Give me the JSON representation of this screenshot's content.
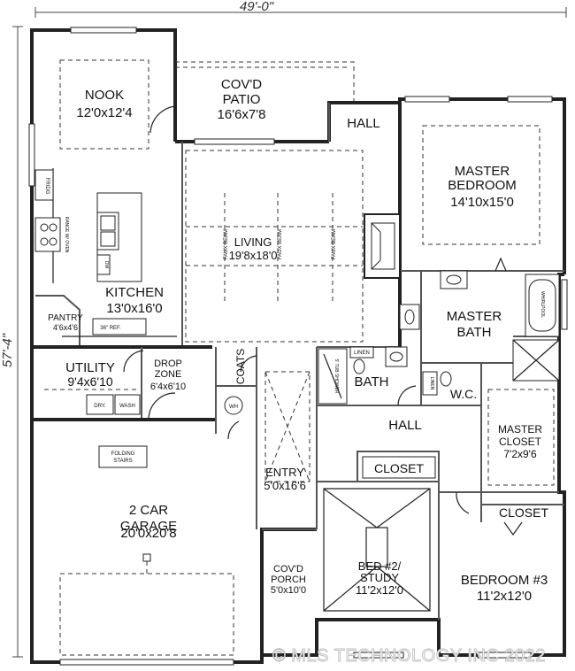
{
  "dimensions": {
    "width": "49'-0\"",
    "depth": "57'-4\""
  },
  "rooms": {
    "nook": {
      "name": "NOOK",
      "size": "12'0x12'4"
    },
    "patio": {
      "name_1": "COV'D",
      "name_2": "PATIO",
      "size": "16'6x7'8"
    },
    "hall_top": {
      "name": "HALL"
    },
    "master_bedroom": {
      "name_1": "MASTER",
      "name_2": "BEDROOM",
      "size": "14'10x15'0"
    },
    "living": {
      "name": "LIVING",
      "size": "19'8x18'0"
    },
    "kitchen": {
      "name": "KITCHEN",
      "size": "13'0x16'0"
    },
    "pantry": {
      "name": "PANTRY",
      "size": "4'6x4'6"
    },
    "master_bath": {
      "name_1": "MASTER",
      "name_2": "BATH"
    },
    "utility": {
      "name": "UTILITY",
      "size": "9'4x6'10"
    },
    "drop_zone": {
      "name_1": "DROP",
      "name_2": "ZONE",
      "size": "6'4x6'10"
    },
    "coats": {
      "name": "COATS"
    },
    "bath": {
      "name": "BATH"
    },
    "wc": {
      "name": "W.C."
    },
    "hall_mid": {
      "name": "HALL"
    },
    "master_closet": {
      "name_1": "MASTER",
      "name_2": "CLOSET",
      "size": "7'2x9'6"
    },
    "closet_bed2": {
      "name": "CLOSET"
    },
    "closet_bed3": {
      "name": "CLOSET"
    },
    "entry": {
      "name": "ENTRY",
      "size": "5'0x16'6"
    },
    "garage": {
      "name_1": "2 CAR",
      "name_2": "GARAGE",
      "size": "20'0x20'8"
    },
    "porch": {
      "name_1": "COV'D",
      "name_2": "PORCH",
      "size": "5'0x10'0"
    },
    "bed2": {
      "name_1": "BED #2/",
      "name_2": "STUDY",
      "size": "11'2x12'0"
    },
    "bed3": {
      "name": "BEDROOM #3",
      "size": "11'2x12'0"
    }
  },
  "fixtures": {
    "range": "RANGE W/ OVEN",
    "fridge": "FRIDG",
    "dishwasher": "DW",
    "ref": "36\" REF.",
    "dryer": "DRY.",
    "washer": "WASH",
    "wh": "WH",
    "linen_1": "LINEN",
    "linen_2": "LINEN",
    "tub": "5' TUB SHOWER",
    "beam": "FAUX BEAM",
    "folding_stairs_1": "FOLDING",
    "folding_stairs_2": "STAIRS",
    "whirlpool": "WHIRLPOOL"
  },
  "watermark": "© MLS TECHNOLOGY INC 2022"
}
